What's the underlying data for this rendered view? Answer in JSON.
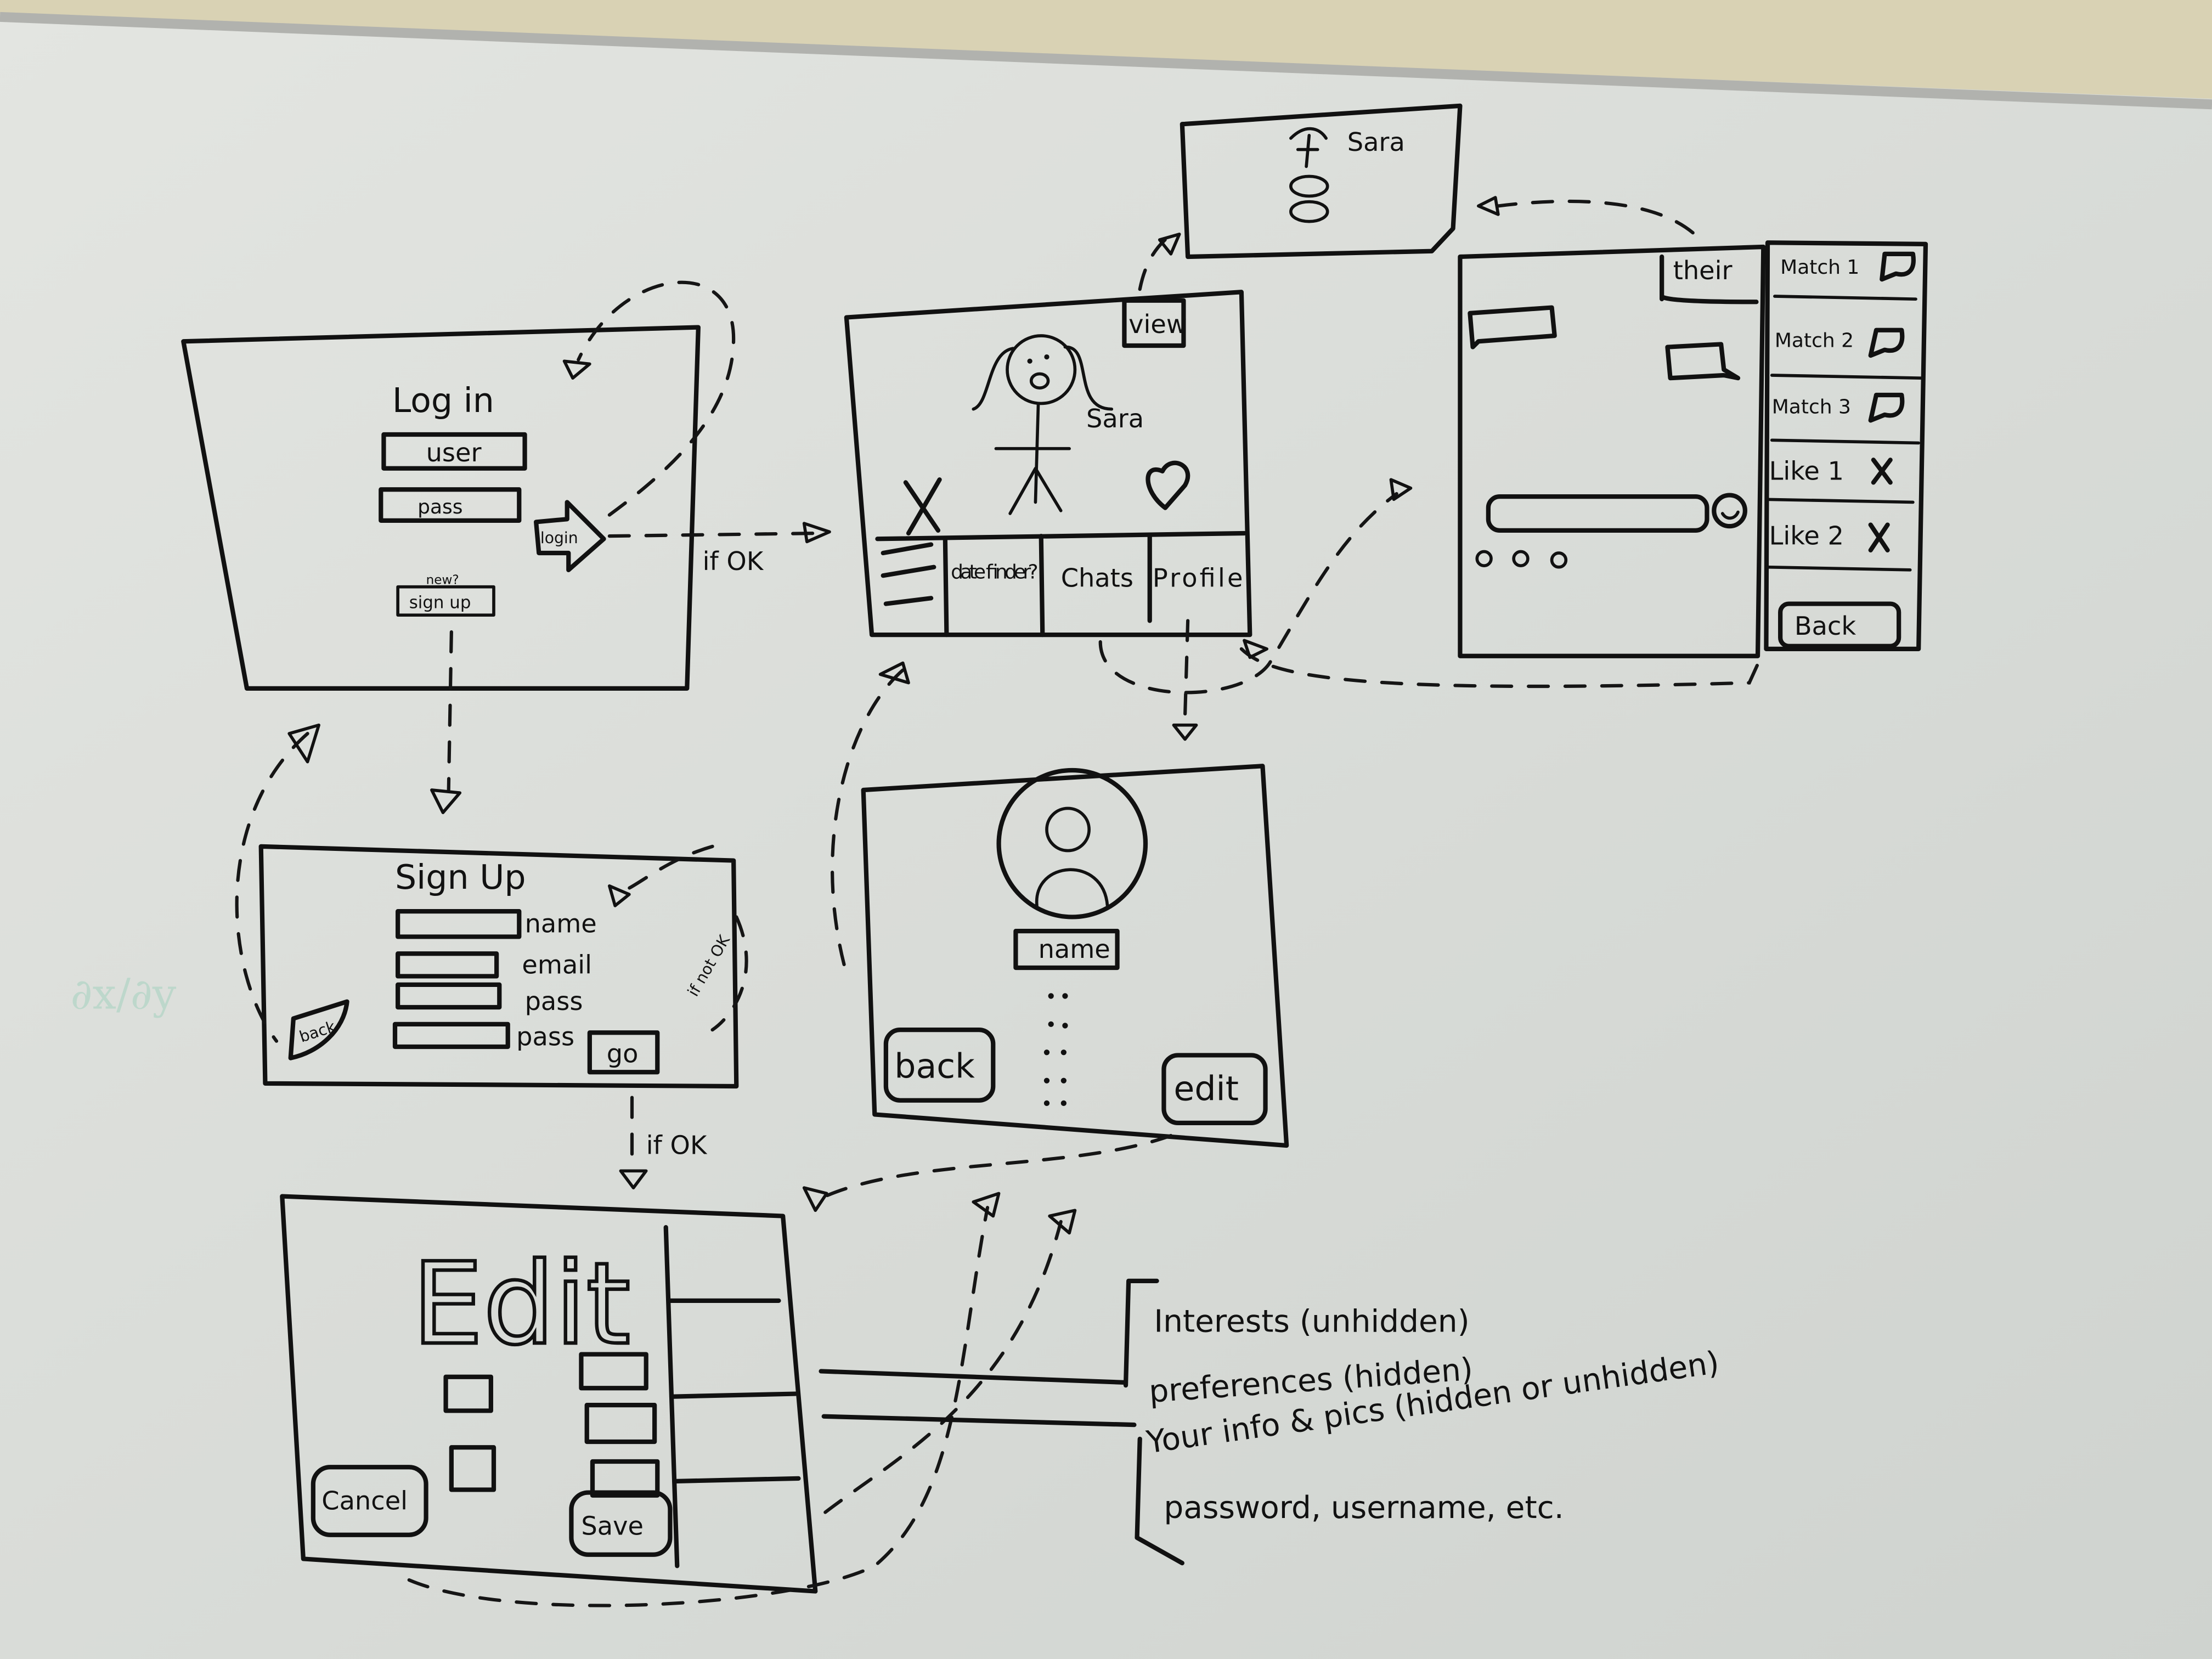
{
  "colors": {
    "board": "#d8dbd7",
    "wall": "#d9d2b4",
    "rail": "#b8b9b6",
    "ink": "#111111",
    "ghost": "#9ccbb8"
  },
  "login": {
    "title": "Log in",
    "user_field": "user",
    "pass_field": "pass",
    "login_button": "login",
    "signup_hint": "new?",
    "signup_button": "sign up",
    "if_ok": "if OK"
  },
  "signup": {
    "title": "Sign Up",
    "fields": [
      "name",
      "email",
      "pass",
      "pass"
    ],
    "back_button": "back",
    "go_button": "go",
    "if_not_ok": "if not OK",
    "if_ok": "if OK"
  },
  "date_finder": {
    "view_button": "view",
    "profile_name": "Sara",
    "nav": [
      "date finder?",
      "Chats",
      "Profile"
    ]
  },
  "preview": {
    "name": "Sara"
  },
  "chats": {
    "their_tab": "their",
    "list": [
      {
        "label": "Match 1",
        "icon": "chat-bubble-icon"
      },
      {
        "label": "Match 2",
        "icon": "chat-bubble-icon"
      },
      {
        "label": "Match 3",
        "icon": "chat-bubble-icon"
      },
      {
        "label": "Like 1",
        "icon": "close-icon"
      },
      {
        "label": "Like 2",
        "icon": "close-icon"
      }
    ],
    "back_button": "Back"
  },
  "profile": {
    "name_field": "name",
    "back_button": "back",
    "edit_button": "edit"
  },
  "edit": {
    "title": "Edit",
    "cancel_button": "Cancel",
    "save_button": "Save"
  },
  "notes": [
    "Interests (unhidden)",
    "preferences (hidden)",
    "Your info & pics (hidden or unhidden)",
    "password, username, etc."
  ],
  "ghost_text": "∂x/∂y"
}
